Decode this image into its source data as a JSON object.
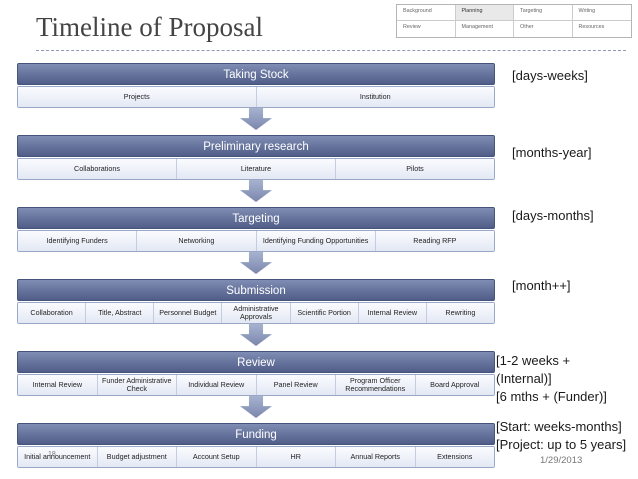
{
  "title": "Timeline of Proposal",
  "nav_grid": [
    {
      "label": "Background",
      "active": false
    },
    {
      "label": "Planning",
      "active": true
    },
    {
      "label": "Targeting",
      "active": false
    },
    {
      "label": "Writing",
      "active": false
    },
    {
      "label": "Review",
      "active": false
    },
    {
      "label": "Management",
      "active": false
    },
    {
      "label": "Other",
      "active": false
    },
    {
      "label": "Resources",
      "active": false
    }
  ],
  "stages": [
    {
      "label": "Taking Stock",
      "items": [
        "Projects",
        "Institution"
      ],
      "duration": [
        "[days-weeks]"
      ]
    },
    {
      "label": "Preliminary research",
      "items": [
        "Collaborations",
        "Literature",
        "Pilots"
      ],
      "duration": [
        "[months-year]"
      ]
    },
    {
      "label": "Targeting",
      "items": [
        "Identifying Funders",
        "Networking",
        "Identifying Funding Opportunities",
        "Reading RFP"
      ],
      "duration": [
        "[days-months]"
      ]
    },
    {
      "label": "Submission",
      "items": [
        "Collaboration",
        "Title, Abstract",
        "Personnel Budget",
        "Administrative Approvals",
        "Scientific Portion",
        "Internal Review",
        "Rewriting"
      ],
      "duration": [
        "[month++]"
      ]
    },
    {
      "label": "Review",
      "items": [
        "Internal Review",
        "Funder Administrative Check",
        "Individual Review",
        "Panel Review",
        "Program Officer Recommendations",
        "Board Approval"
      ],
      "duration": [
        "[1-2 weeks +",
        "(Internal)]",
        "[6 mths + (Funder)]"
      ]
    },
    {
      "label": "Funding",
      "items": [
        "Initial announcement",
        "Budget adjustment",
        "Account Setup",
        "HR",
        "Annual Reports",
        "Extensions"
      ],
      "duration": [
        "[Start: weeks-months]",
        "[Project: up to 5 years]"
      ]
    }
  ],
  "page_number": "18",
  "date": "1/29/2013"
}
